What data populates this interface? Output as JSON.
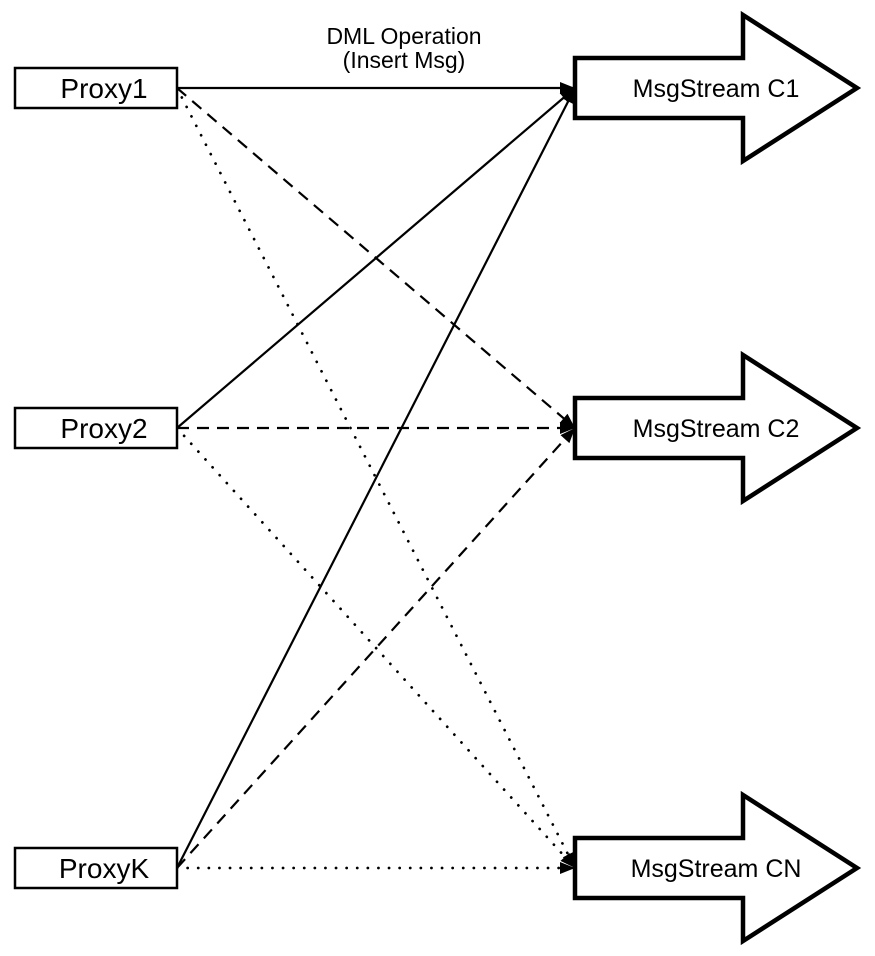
{
  "diagram": {
    "type": "flow-diagram",
    "annotation": {
      "line1": "DML Operation",
      "line2": "(Insert Msg)"
    },
    "proxies": [
      {
        "id": "proxy1",
        "label": "Proxy1"
      },
      {
        "id": "proxy2",
        "label": "Proxy2"
      },
      {
        "id": "proxyk",
        "label": "ProxyK"
      }
    ],
    "streams": [
      {
        "id": "c1",
        "label": "MsgStream C1"
      },
      {
        "id": "c2",
        "label": "MsgStream C2"
      },
      {
        "id": "cn",
        "label": "MsgStream CN"
      }
    ],
    "connections": [
      {
        "from": "Proxy1",
        "to": "MsgStream C1",
        "line_style": "solid"
      },
      {
        "from": "Proxy1",
        "to": "MsgStream C2",
        "line_style": "dashed"
      },
      {
        "from": "Proxy1",
        "to": "MsgStream CN",
        "line_style": "dotted"
      },
      {
        "from": "Proxy2",
        "to": "MsgStream C1",
        "line_style": "solid"
      },
      {
        "from": "Proxy2",
        "to": "MsgStream C2",
        "line_style": "dashed"
      },
      {
        "from": "Proxy2",
        "to": "MsgStream CN",
        "line_style": "dotted"
      },
      {
        "from": "ProxyK",
        "to": "MsgStream C1",
        "line_style": "solid"
      },
      {
        "from": "ProxyK",
        "to": "MsgStream C2",
        "line_style": "dashed"
      },
      {
        "from": "ProxyK",
        "to": "MsgStream CN",
        "line_style": "dotted"
      }
    ],
    "colors": {
      "stroke": "#000000",
      "fill": "#ffffff",
      "background": "#ffffff"
    }
  }
}
